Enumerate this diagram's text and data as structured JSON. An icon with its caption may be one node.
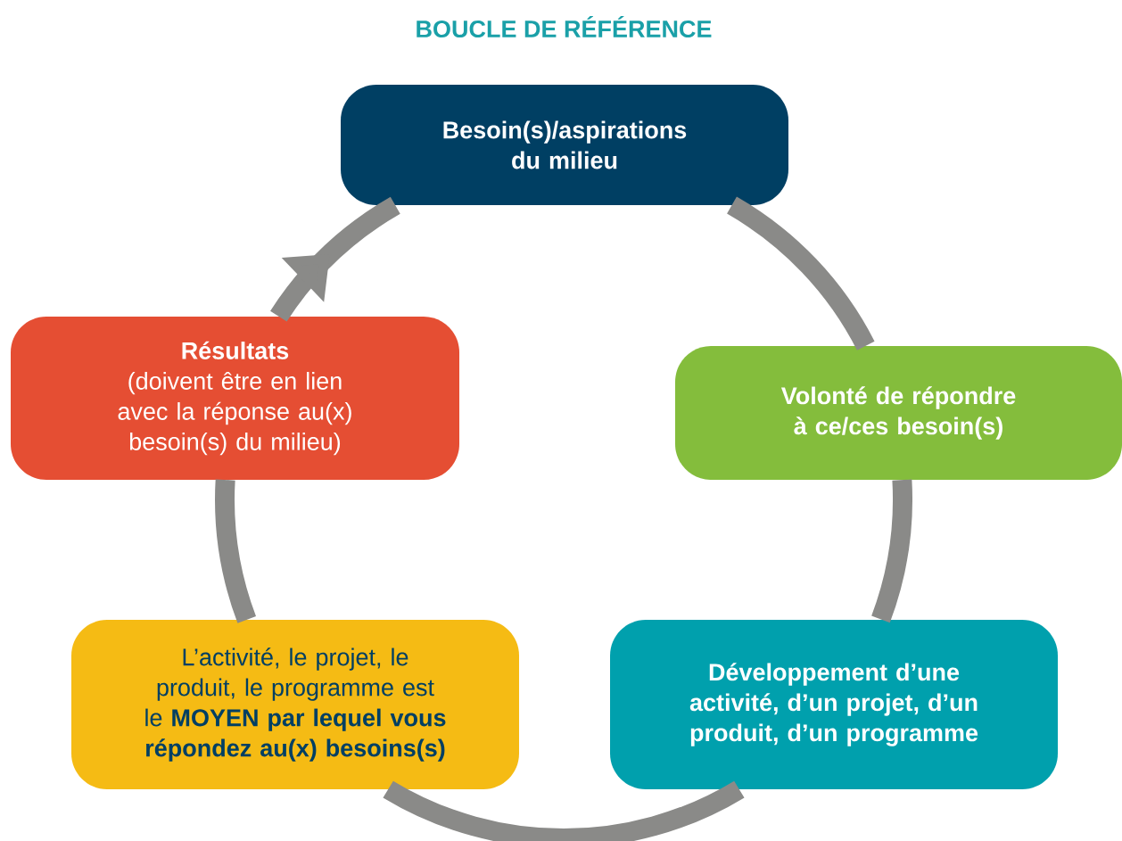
{
  "diagram": {
    "title": "BOUCLE DE RÉFÉRENCE",
    "nodes": [
      {
        "text": [
          "Besoin(s)/aspirations du milieu"
        ]
      },
      {
        "text": [
          "Résultats",
          "(doivent être en lien avec la réponse au(x) besoin(s) du milieu)"
        ]
      },
      {
        "text": [
          "Volonté de répondre à ce/ces besoin(s)"
        ]
      },
      {
        "text": [
          "L’activité, le projet, le produit, le programme est le **MOYEN par lequel vous répondez au(x) besoins(s)**"
        ]
      },
      {
        "text": [
          "Développement d’une activité, d’un projet, d’un produit, d’un programme"
        ]
      }
    ],
    "edges": [
      {
        "from": 0,
        "to": 2,
        "arrow": "none"
      },
      {
        "from": 2,
        "to": 4,
        "arrow": "none"
      },
      {
        "from": 4,
        "to": 3,
        "arrow": "none"
      },
      {
        "from": 3,
        "to": 1,
        "arrow": "none"
      },
      {
        "from": 1,
        "to": 0,
        "arrow": "to"
      }
    ]
  }
}
